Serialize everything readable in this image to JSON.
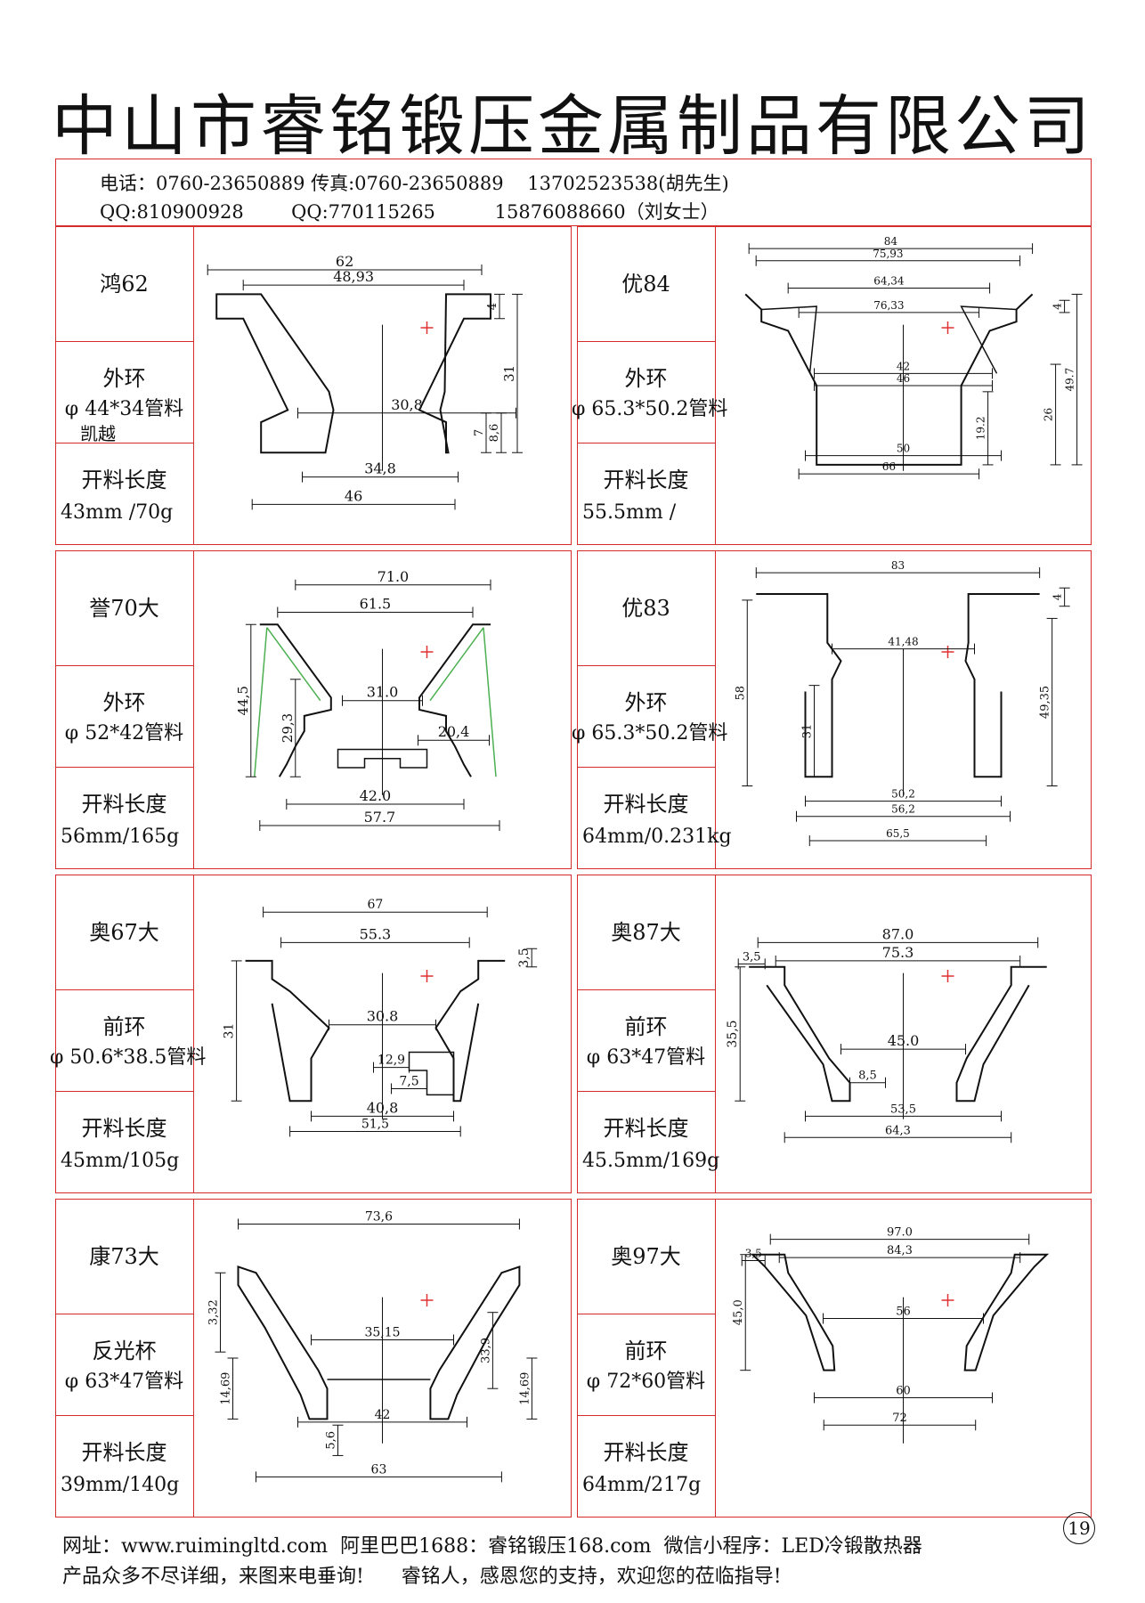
{
  "title": "中山市睿铭锻压金属制品有限公司",
  "contact": {
    "line1": "电话：0760-23650889 传真:0760-23650889    13702523538(胡先生)",
    "line2": "QQ:810900928        QQ:770115265          15876088660（刘女士）"
  },
  "products": [
    {
      "name": "鸿62",
      "ring_label": "外环",
      "tube": "φ 44*34管料",
      "extra": "凯越",
      "cut_label": "开料长度",
      "cut_value": "43mm /70g",
      "dims": {
        "top_outer": "62",
        "top_inner": "48,93",
        "mid": "30,8",
        "bottom1": "34,8",
        "bottom2": "46",
        "height": "31",
        "lip": "4",
        "foot": "7",
        "foot2": "8,6"
      }
    },
    {
      "name": "优84",
      "ring_label": "外环",
      "tube": "φ 65.3*50.2管料",
      "extra": "",
      "cut_label": "开料长度",
      "cut_value": "55.5mm  /",
      "dims": {
        "top_outer": "84",
        "top2": "75,93",
        "top3": "64,34",
        "top4": "76,33",
        "mid1": "42",
        "mid2": "46",
        "bottom1": "50",
        "bottom2": "66",
        "height": "49.7",
        "h2": "26",
        "h3": "19.2",
        "lip": "4"
      }
    },
    {
      "name": "誉70大",
      "ring_label": "外环",
      "tube": "φ 52*42管料",
      "extra": "",
      "cut_label": "开料长度",
      "cut_value": "56mm/165g",
      "dims": {
        "top_outer": "71.0",
        "top_inner": "61.5",
        "mid": "31.0",
        "bottom1": "42.0",
        "bottom2": "57.7",
        "height": "44,5",
        "h2": "29,3",
        "inner": "20,4"
      }
    },
    {
      "name": "优83",
      "ring_label": "外环",
      "tube": "φ 65.3*50.2管料",
      "extra": "",
      "cut_label": "开料长度",
      "cut_value": "64mm/0.231kg",
      "dims": {
        "top_outer": "83",
        "top_inner": "41,48",
        "bottom1": "50,2",
        "bottom2": "56,2",
        "bottom3": "65,5",
        "height": "58",
        "h2": "49,35",
        "h3": "31",
        "lip": "4"
      }
    },
    {
      "name": "奥67大",
      "ring_label": "前环",
      "tube": "φ 50.6*38.5管料",
      "extra": "",
      "cut_label": "开料长度",
      "cut_value": "45mm/105g",
      "dims": {
        "top_outer": "67",
        "top_inner": "55.3",
        "mid": "30.8",
        "bottom1": "40,8",
        "bottom2": "51,5",
        "height": "31",
        "lip": "3,5",
        "inner1": "12,9",
        "inner2": "7,5"
      }
    },
    {
      "name": "奥87大",
      "ring_label": "前环",
      "tube": "φ 63*47管料",
      "extra": "",
      "cut_label": "开料长度",
      "cut_value": "45.5mm/169g",
      "dims": {
        "top_outer": "87.0",
        "top_inner": "75.3",
        "mid": "45.0",
        "bottom1": "53,5",
        "bottom2": "64,3",
        "height": "35,5",
        "lip": "3,5",
        "foot": "8,5"
      }
    },
    {
      "name": "康73大",
      "ring_label": "反光杯",
      "tube": "φ 63*47管料",
      "extra": "",
      "cut_label": "开料长度",
      "cut_value": "39mm/140g",
      "dims": {
        "top_outer": "73,6",
        "mid": "35,15",
        "bottom1": "42",
        "bottom2": "63",
        "height": "33,9",
        "h2": "14,69",
        "lip": "3,32",
        "foot": "5,6"
      }
    },
    {
      "name": "奥97大",
      "ring_label": "前环",
      "tube": "φ 72*60管料",
      "extra": "",
      "cut_label": "开料长度",
      "cut_value": "64mm/217g",
      "dims": {
        "top_outer": "97.0",
        "top_inner": "84,3",
        "mid": "56",
        "bottom1": "60",
        "bottom2": "72",
        "height": "45,0",
        "lip": "3,5"
      }
    }
  ],
  "footer": {
    "line1": "网址：www.ruimingltd.com  阿里巴巴1688：睿铭锻压168.com  微信小程序：LED冷锻散热器",
    "line2": "产品众多不尽详细，来图来电垂询!      睿铭人，感恩您的支持，欢迎您的莅临指导!",
    "page": "19"
  },
  "colors": {
    "frame": "#d62b2b",
    "centerMark": "#e03030",
    "outline": "#111111",
    "green": "#4caf50"
  }
}
